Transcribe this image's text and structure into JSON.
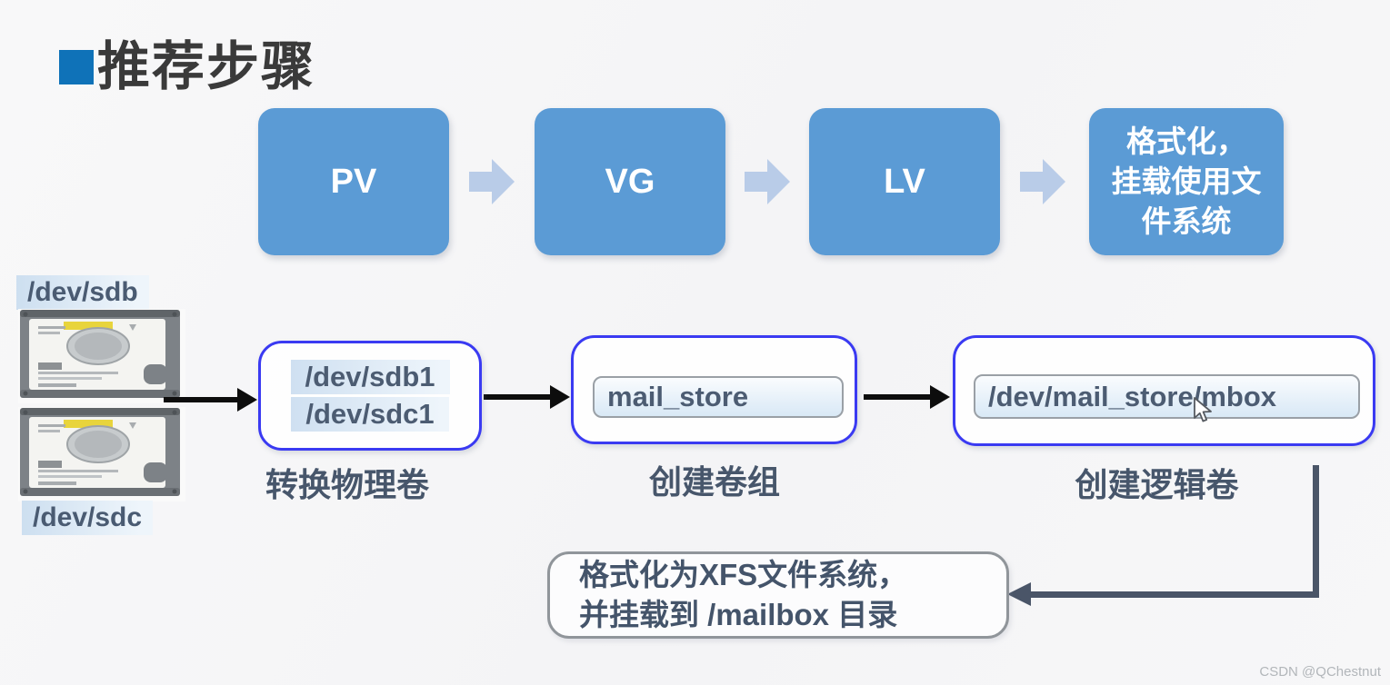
{
  "title": "推荐步骤",
  "steps": [
    {
      "label": "PV"
    },
    {
      "label": "VG"
    },
    {
      "label": "LV"
    },
    {
      "label": "格式化，\n挂载使用文\n件系统"
    }
  ],
  "disks": {
    "top": "/dev/sdb",
    "bottom": "/dev/sdc"
  },
  "pv_box": {
    "line1": "/dev/sdb1",
    "line2": "/dev/sdc1",
    "caption": "转换物理卷"
  },
  "vg_box": {
    "value": "mail_store",
    "caption": "创建卷组"
  },
  "lv_box": {
    "value": "/dev/mail_store/mbox",
    "caption": "创建逻辑卷"
  },
  "format_note": {
    "line1": "格式化为XFS文件系统，",
    "line2": "并挂载到 /mailbox 目录"
  },
  "watermark": "CSDN @QChestnut",
  "colors": {
    "step_fill": "#5b9bd5",
    "flow_arrow": "#b9cce8",
    "outline_blue": "#3a3af2",
    "slate_text": "#47566b",
    "connector": "#4a5568",
    "title_accent": "#0f72b8",
    "black_arrow": "#0d0d0d"
  }
}
